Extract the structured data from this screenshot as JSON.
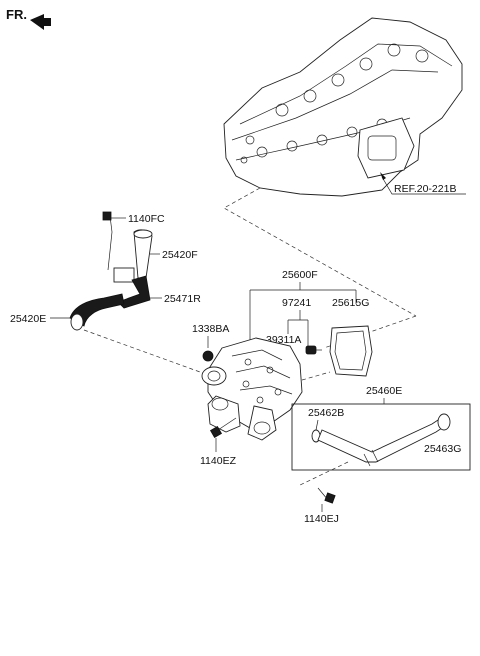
{
  "header": {
    "direction_label": "FR."
  },
  "references": {
    "cylinder_head_ref": "REF.20-221B"
  },
  "parts": {
    "bolt_top": "1140FC",
    "pipe_upper": "25420F",
    "hose_small": "25471R",
    "hose_left": "25420E",
    "housing_assembly": "25600F",
    "sub_97241": "97241",
    "gasket": "25615G",
    "sensor": "39311A",
    "nut": "1338BA",
    "pipe_assembly": "25460E",
    "oring_left": "25462B",
    "oring_right": "25463G",
    "bolt_housing": "1140EZ",
    "bolt_pipe": "1140EJ"
  }
}
